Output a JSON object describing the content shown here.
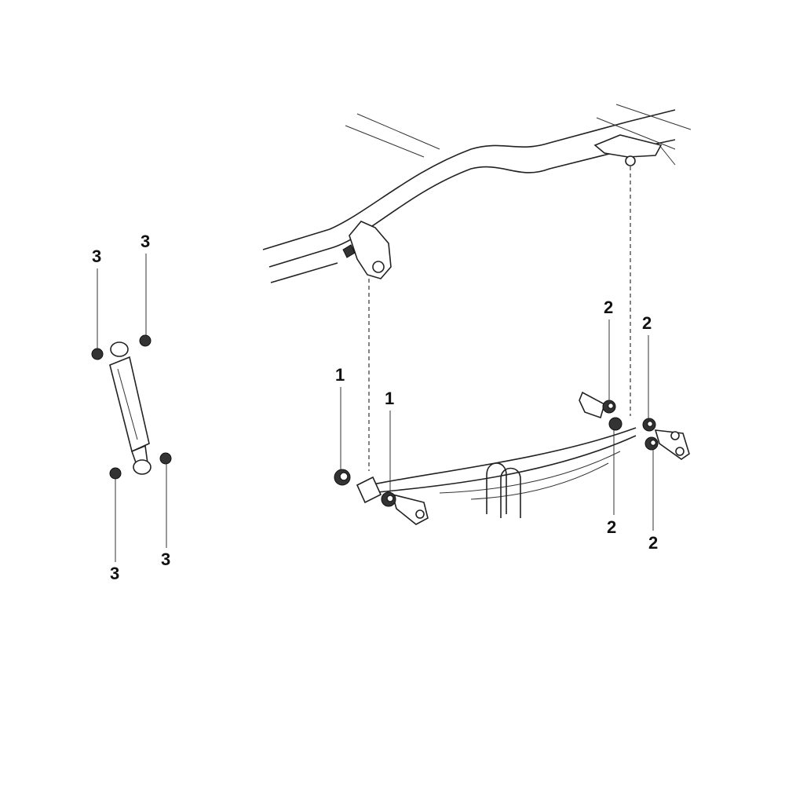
{
  "callouts": [
    {
      "id": "3a",
      "text": "3"
    },
    {
      "id": "3b",
      "text": "3"
    },
    {
      "id": "3c",
      "text": "3"
    },
    {
      "id": "3d",
      "text": "3"
    },
    {
      "id": "1a",
      "text": "1"
    },
    {
      "id": "1b",
      "text": "1"
    },
    {
      "id": "2a",
      "text": "2"
    },
    {
      "id": "2b",
      "text": "2"
    },
    {
      "id": "2c",
      "text": "2"
    },
    {
      "id": "2d",
      "text": "2"
    }
  ]
}
